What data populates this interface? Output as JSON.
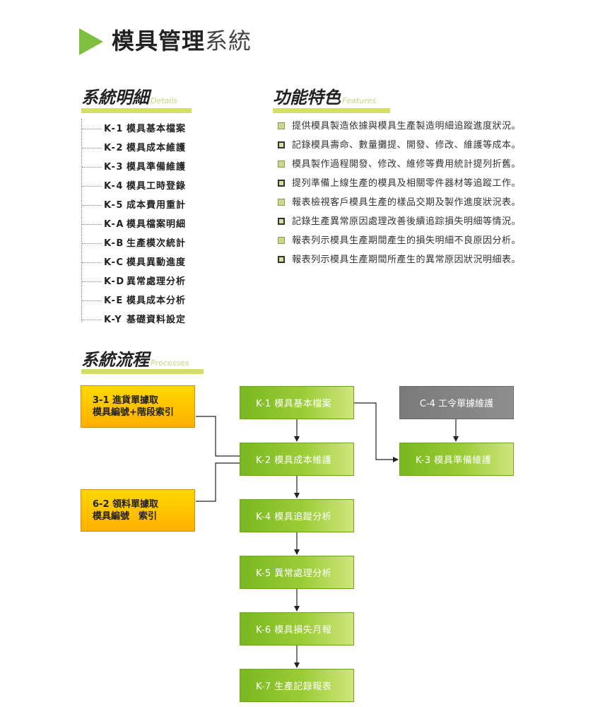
{
  "header": {
    "title_bold": "模具管理",
    "title_normal": "系統"
  },
  "details": {
    "title": "系統明細",
    "subtitle": "Details",
    "items": [
      {
        "code": "K-1",
        "label": "模具基本檔案"
      },
      {
        "code": "K-2",
        "label": "模具成本維護"
      },
      {
        "code": "K-3",
        "label": "模具準備維護"
      },
      {
        "code": "K-4",
        "label": "模具工時登錄"
      },
      {
        "code": "K-5",
        "label": "成本費用重計"
      },
      {
        "code": "K-A",
        "label": "模具檔案明細"
      },
      {
        "code": "K-B",
        "label": "生產模次統計"
      },
      {
        "code": "K-C",
        "label": "模具異動進度"
      },
      {
        "code": "K-D",
        "label": "異常處理分析"
      },
      {
        "code": "K-E",
        "label": "模具成本分析"
      },
      {
        "code": "K-Y",
        "label": "基礎資料設定"
      }
    ]
  },
  "features": {
    "title": "功能特色",
    "subtitle": "Features",
    "items": [
      {
        "text": "提供模具製造依據與模具生產製造明細追蹤進度狀況。",
        "style": "light"
      },
      {
        "text": "記錄模具壽命、數量攤提、開發、修改、維護等成本。",
        "style": "dark"
      },
      {
        "text": "模具製作過程開發、修改、維修等費用統計提列折舊。",
        "style": "light"
      },
      {
        "text": "提列準備上線生產的模具及相關零件器材等追蹤工作。",
        "style": "dark"
      },
      {
        "text": "報表檢視客戶模具生產的樣品交期及製作進度狀況表。",
        "style": "light"
      },
      {
        "text": "記錄生產異常原因處理改善後續追踪損失明細等情況。",
        "style": "dark"
      },
      {
        "text": "報表列示模具生產期間產生的損失明細不良原因分析。",
        "style": "light"
      },
      {
        "text": "報表列示模具生產期間所產生的異常原因狀況明細表。",
        "style": "dark"
      }
    ]
  },
  "processes": {
    "title": "系統流程",
    "subtitle": "Processes",
    "boxes": {
      "k1": "K-1 模具基本檔案",
      "k2": "K-2 模具成本維護",
      "k4": "K-4 模具追蹤分析",
      "k5": "K-5 異常處理分析",
      "k6": "K-6 模具損失月報",
      "k7": "K-7 生產記錄報表",
      "c4": "C-4 工令單據維護",
      "k3": "K-3 模具準備維護",
      "in1_line1": "3-1 進貨單據取",
      "in1_line2": "模具編號+階段索引",
      "in2_line1": "6-2 領料單據取",
      "in2_line2": "模具編號　索引"
    }
  },
  "colors": {
    "accent_green": "#7fbf3f",
    "heading_bar": "#d3df62",
    "box_green": "#8cc42a",
    "box_gray": "#7f7f7f",
    "box_orange": "#ffc400"
  }
}
